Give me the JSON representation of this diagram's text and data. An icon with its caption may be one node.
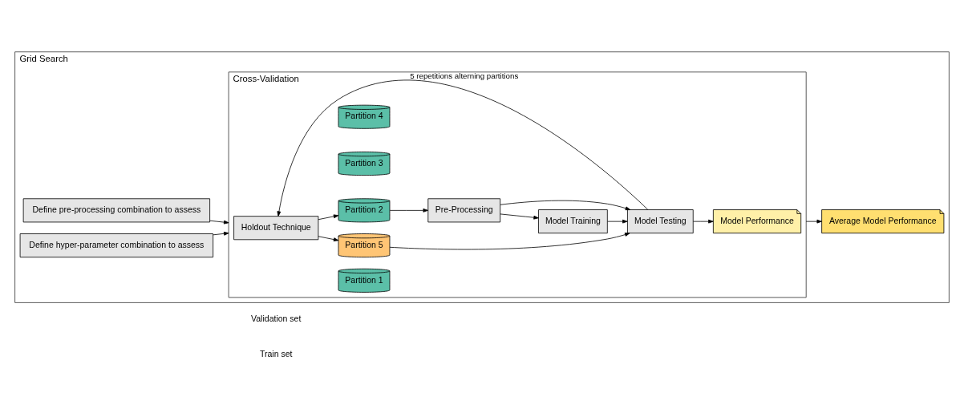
{
  "diagram": {
    "nodes": [
      {
        "text": [
          "Grid Search"
        ]
      },
      {
        "text": [
          "Define pre-processing combination to assess"
        ],
        "in": 0
      },
      {
        "text": [
          "Define hyper-parameter combination to assess"
        ],
        "in": 0
      },
      {
        "text": [
          "Cross-Validation"
        ],
        "in": 0
      },
      {
        "text": [
          "Holdout Technique"
        ],
        "in": 3
      },
      {
        "text": [
          "Partition 1"
        ],
        "in": 3
      },
      {
        "text": [
          "Partition 2"
        ],
        "in": 3
      },
      {
        "text": [
          "Partition 3"
        ],
        "in": 3
      },
      {
        "text": [
          "Partition 4"
        ],
        "in": 3
      },
      {
        "text": [
          "Partition 5"
        ],
        "in": 3
      },
      {
        "text": [
          "Pre-Processing"
        ],
        "in": 3
      },
      {
        "text": [
          "Model Training"
        ],
        "in": 3
      },
      {
        "text": [
          "Model Testing"
        ],
        "in": 3
      },
      {
        "text": [
          "Model Performance"
        ],
        "in": 3
      },
      {
        "text": [
          "Average Model Performance"
        ],
        "in": 0
      }
    ],
    "edges": [
      {
        "from": 1,
        "to": 3,
        "arrow": "to"
      },
      {
        "from": 2,
        "to": 3,
        "arrow": "to"
      },
      {
        "from": 4,
        "to": 6,
        "arrow": "to"
      },
      {
        "from": 4,
        "to": 9,
        "arrow": "to"
      },
      {
        "from": 12,
        "to": 4,
        "arrow": "to",
        "label": "5 repetitions alterning partitions"
      },
      {
        "from": 6,
        "to": 10,
        "arrow": "to"
      },
      {
        "from": 10,
        "to": 11,
        "arrow": "to"
      },
      {
        "from": 11,
        "to": 12,
        "arrow": "to"
      },
      {
        "from": 9,
        "to": 12,
        "arrow": "to"
      },
      {
        "from": 10,
        "to": 12,
        "arrow": "to"
      },
      {
        "from": 12,
        "to": 13,
        "arrow": "to"
      },
      {
        "from": 3,
        "to": 14,
        "arrow": "to"
      }
    ],
    "labels": [
      "Train set",
      "Validation set"
    ]
  }
}
